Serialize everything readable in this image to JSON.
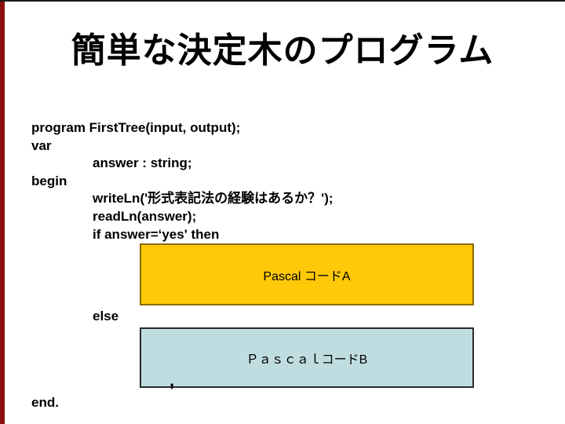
{
  "slide": {
    "title": "簡単な決定木のプログラム",
    "code_lines": [
      "program FirstTree(input, output);",
      "var",
      "answer : string;",
      "begin",
      "writeLn('形式表記法の経験はあるか？');",
      "readLn(answer);",
      "if answer=‘yes' then"
    ],
    "else_keyword": "else",
    "end_keyword": "end.",
    "boxes": {
      "box_a": {
        "label": "Pascal コードA",
        "fill": "#FFC90A",
        "border": "#8A6A00"
      },
      "box_b": {
        "label": "ＰａｓｃａｌコードB",
        "fill": "#BFDDE0",
        "border": "#2B2B2B"
      }
    },
    "fragment_mark": ",",
    "colors": {
      "background": "#FFFFFF",
      "title_text": "#000000",
      "code_text": "#000000",
      "left_edge_bar": "#8B0F0F",
      "top_edge_line": "#1A1A1A"
    }
  }
}
